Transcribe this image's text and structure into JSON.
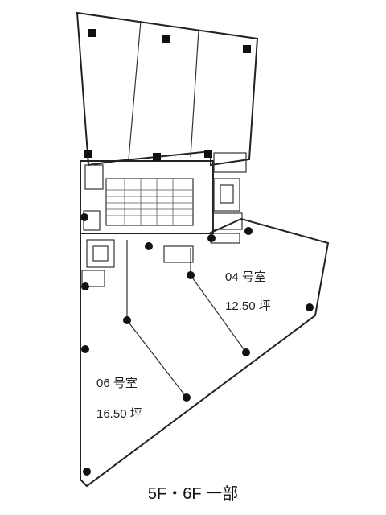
{
  "rooms": [
    {
      "number": "04 号室",
      "area": "12.50 坪"
    },
    {
      "number": "06 号室",
      "area": "16.50 坪"
    }
  ],
  "floor_caption": "5F・6F 一部"
}
